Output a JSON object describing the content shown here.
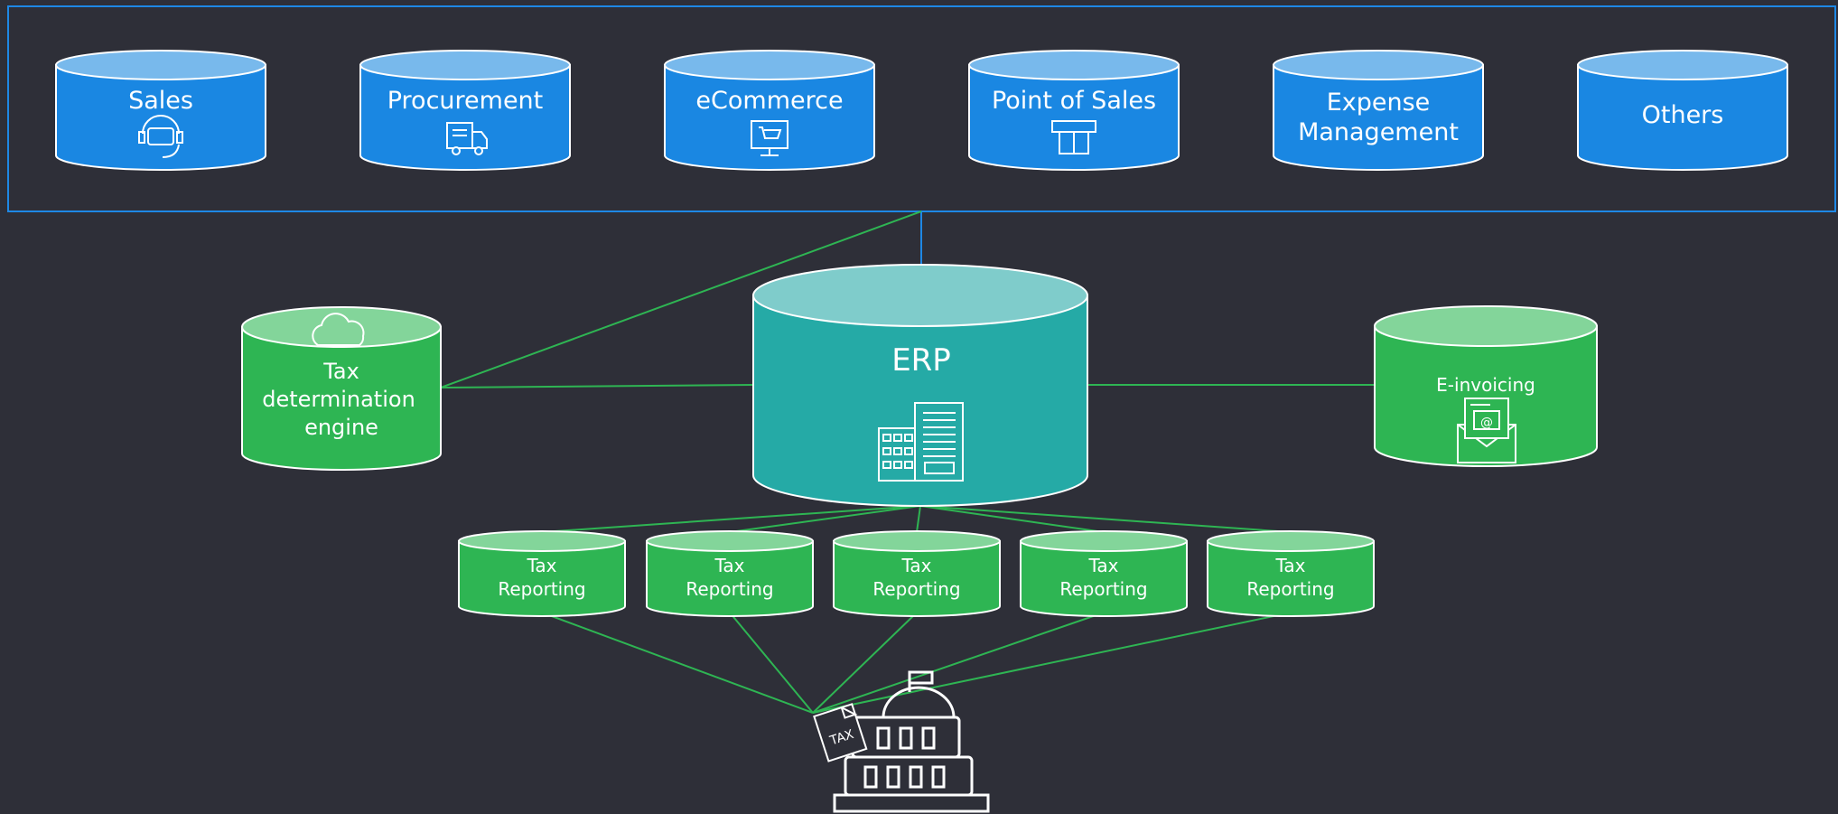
{
  "colors": {
    "background": "#2e2f38",
    "frame": "#1e88e5",
    "blue_body": "#1a87e2",
    "blue_top": "#78b9ec",
    "teal_body": "#25aaa6",
    "teal_top": "#7fcccb",
    "green_body": "#2eb553",
    "green_top": "#83d59a",
    "edge_green": "#2eb553",
    "edge_blue": "#1e88e5",
    "outline": "#ffffff"
  },
  "sources": [
    {
      "label": [
        "Sales"
      ],
      "icon": "headset-icon"
    },
    {
      "label": [
        "Procurement"
      ],
      "icon": "truck-icon"
    },
    {
      "label": [
        "eCommerce"
      ],
      "icon": "shopping-cart-monitor-icon"
    },
    {
      "label": [
        "Point of Sales"
      ],
      "icon": "card-terminal-icon"
    },
    {
      "label": [
        "Expense",
        "Management"
      ],
      "icon": ""
    },
    {
      "label": [
        "Others"
      ],
      "icon": ""
    }
  ],
  "tax_engine": {
    "label": [
      "Tax",
      "determination",
      "engine"
    ],
    "icon": "cloud-icon"
  },
  "erp": {
    "label": "ERP",
    "icon": "buildings-icon"
  },
  "einvoicing": {
    "label": "E-invoicing",
    "icon": "email-invoice-icon"
  },
  "tax_reporting": [
    {
      "label": [
        "Tax",
        "Reporting"
      ]
    },
    {
      "label": [
        "Tax",
        "Reporting"
      ]
    },
    {
      "label": [
        "Tax",
        "Reporting"
      ]
    },
    {
      "label": [
        "Tax",
        "Reporting"
      ]
    },
    {
      "label": [
        "Tax",
        "Reporting"
      ]
    }
  ],
  "authority": {
    "icon": "government-building-icon",
    "document_label": "TAX"
  }
}
